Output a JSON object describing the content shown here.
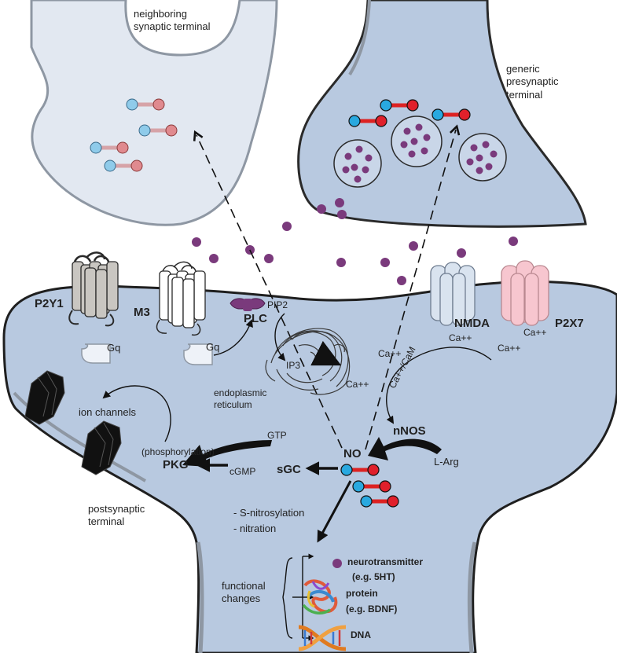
{
  "labels": {
    "neighboring_terminal": "neighboring\nsynaptic terminal",
    "presynaptic_terminal": "generic\npresynaptic\nterminal",
    "postsynaptic_terminal": "postsynaptic\nterminal",
    "p2y1": "P2Y1",
    "m3": "M3",
    "gq_left": "Gq",
    "gq_right": "Gq",
    "plc": "PLC",
    "pip2": "PIP2",
    "ip3": "IP3",
    "er": "endoplasmic\nreticulum",
    "ca_er": "Ca++",
    "nmda": "NMDA",
    "p2x7": "P2X7",
    "ca_nmda": "Ca++",
    "ca_p2x7": "Ca++",
    "ca_mid1": "Ca++",
    "ca_mid2": "Ca++",
    "ca_cam": "Ca++/CaM",
    "nnos": "nNOS",
    "larg": "L-Arg",
    "no": "NO",
    "gtp": "GTP",
    "sgc": "sGC",
    "cgmp": "cGMP",
    "pkg": "PKG",
    "phosphorylation": "(phosphorylation)",
    "ion_channels": "ion channels",
    "s_nitrosylation": "- S-nitrosylation",
    "nitration": "- nitration",
    "functional_changes": "functional\nchanges",
    "neurotransmitter": "neurotransmitter",
    "neurotransmitter_eg": "(e.g. 5HT)",
    "protein": "protein",
    "protein_eg": "(e.g. BDNF)",
    "dna": "DNA"
  },
  "colors": {
    "presynaptic_fill": "#b8c9e0",
    "neighbor_fill": "#e2e8f1",
    "postsynaptic_fill": "#b8c9e0",
    "membrane_outline": "#1f1f1f",
    "membrane_gray": "#8e97a3",
    "vesicle": "#7a3a7c",
    "no_blue": "#29a9e0",
    "no_red": "#e0202b",
    "no_blue_pale": "#8fcbea",
    "no_red_pale": "#e08a8f",
    "plc": "#7a3a7c",
    "nmda": "#d9e3ef",
    "p2x7": "#f7c6cf",
    "ion_channel": "#1a1a1a"
  },
  "icons": {
    "gpcr": "seven-transmembrane-receptor-icon",
    "ion_channel": "ion-channel-icon",
    "protein": "protein-ribbon-icon",
    "dna": "dna-helix-icon",
    "no_molecule": "nitric-oxide-molecule-icon"
  }
}
